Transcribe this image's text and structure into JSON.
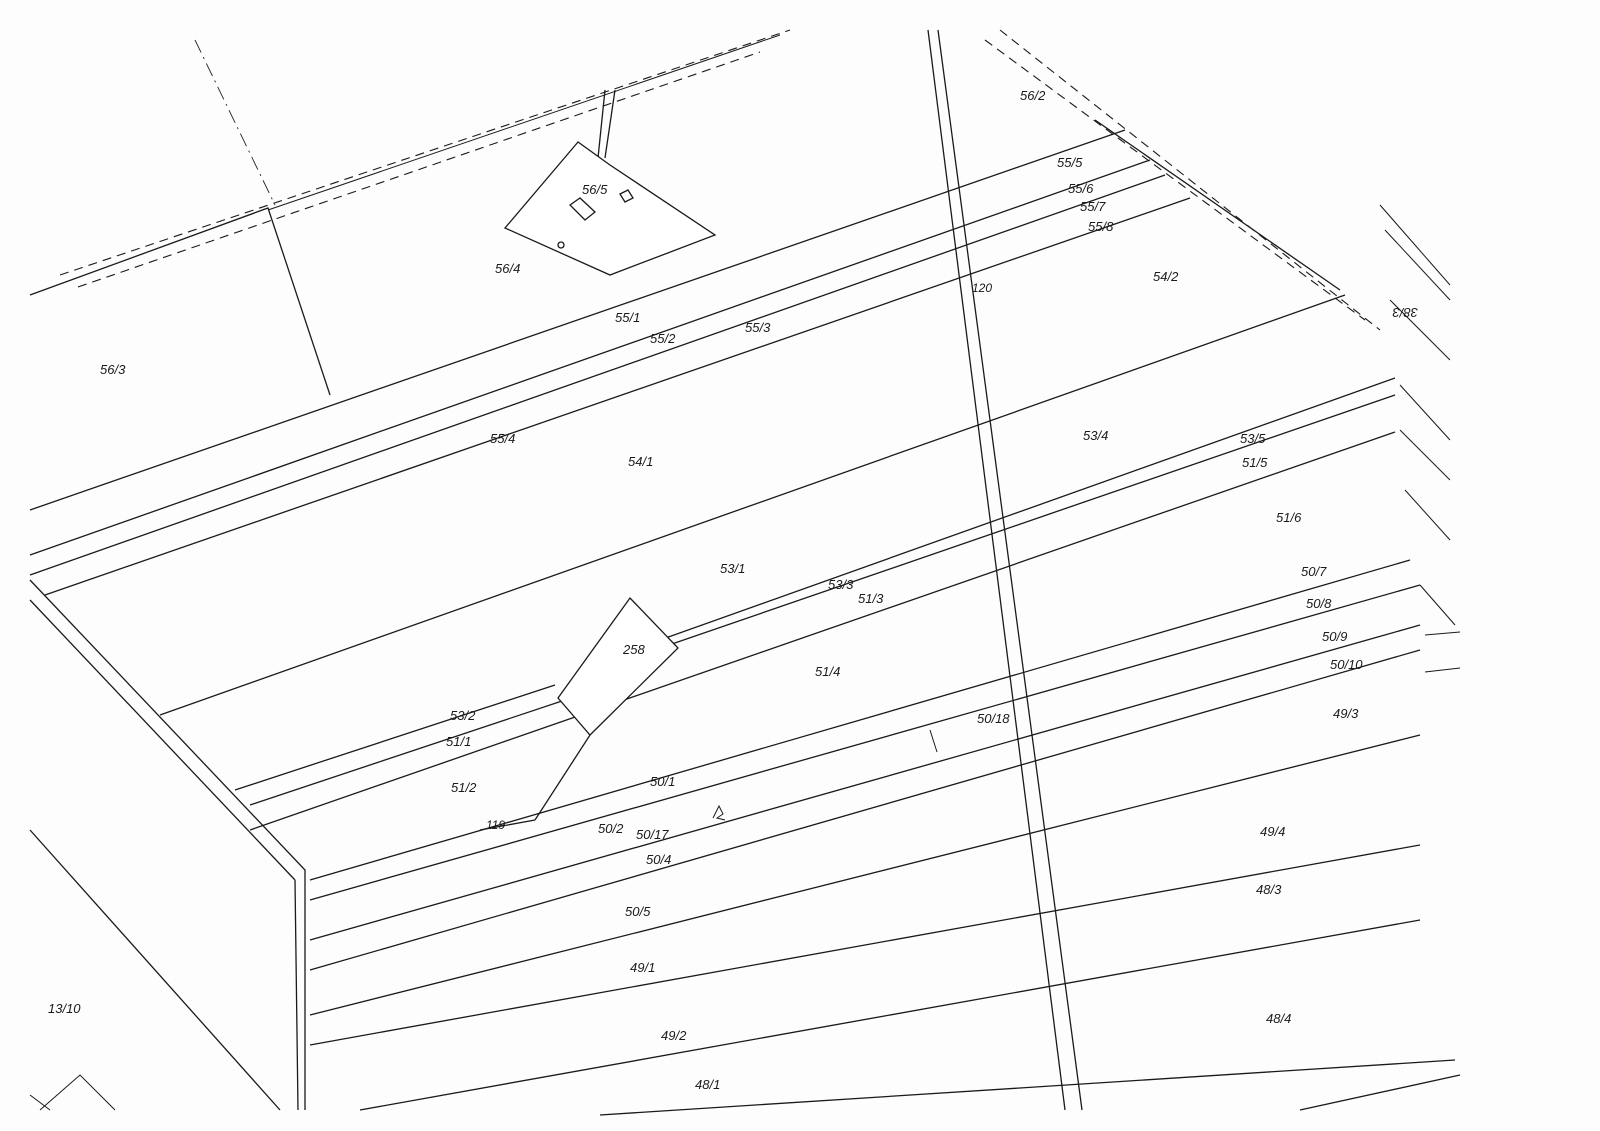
{
  "parcels": [
    "56/2",
    "55/5",
    "55/6",
    "55/7",
    "55/8",
    "56/5",
    "56/4",
    "56/3",
    "120",
    "54/2",
    "38/3",
    "55/1",
    "55/2",
    "55/3",
    "55/4",
    "54/1",
    "53/4",
    "53/5",
    "51/5",
    "51/6",
    "53/1",
    "53/3",
    "51/3",
    "258",
    "50/7",
    "50/8",
    "51/4",
    "50/9",
    "50/10",
    "53/2",
    "51/1",
    "50/18",
    "49/3",
    "51/2",
    "50/1",
    "119",
    "50/2",
    "50/17",
    "49/4",
    "50/4",
    "48/3",
    "50/5",
    "49/1",
    "13/10",
    "48/4",
    "49/2",
    "48/1"
  ]
}
